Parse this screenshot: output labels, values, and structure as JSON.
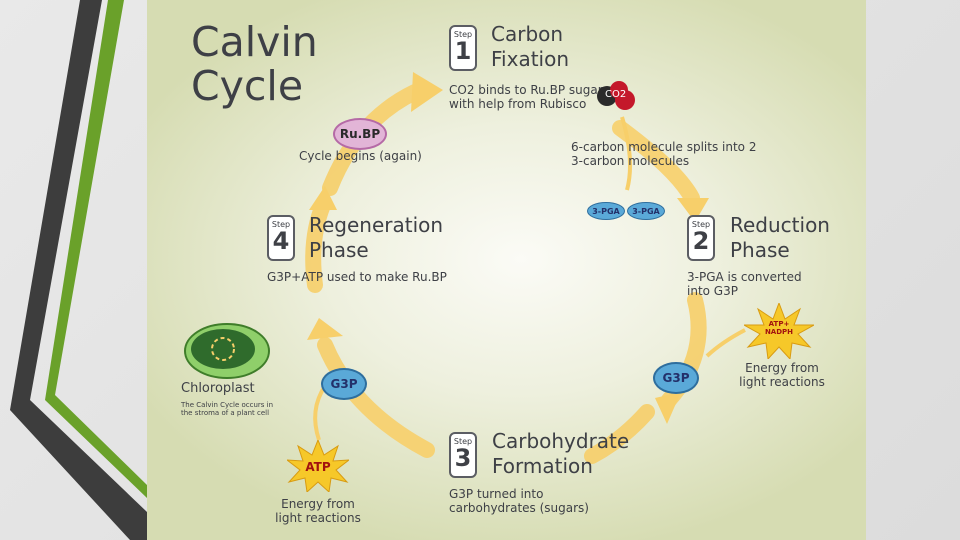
{
  "title": "Calvin\nCycle",
  "steps": [
    {
      "word": "Step",
      "num": "1",
      "title": "Carbon\nFixation",
      "desc": "CO2 binds to Ru.BP sugar\nwith help from Rubisco"
    },
    {
      "word": "Step",
      "num": "2",
      "title": "Reduction\nPhase",
      "desc": "3-PGA is converted\ninto G3P"
    },
    {
      "word": "Step",
      "num": "3",
      "title": "Carbohydrate\nFormation",
      "desc": "G3P turned into\ncarbohydrates (sugars)"
    },
    {
      "word": "Step",
      "num": "4",
      "title": "Regeneration\nPhase",
      "desc": "G3P+ATP used to make Ru.BP"
    }
  ],
  "rubp": {
    "label": "Ru.BP",
    "caption": "Cycle begins (again)"
  },
  "co2": {
    "label": "CO2"
  },
  "split_text": "6-carbon molecule splits into 2\n3-carbon molecules",
  "pga": [
    "3-PGA",
    "3-PGA"
  ],
  "g3p_right": "G3P",
  "g3p_left": "G3P",
  "atp_nadph": {
    "label": "ATP+\nNADPH",
    "caption": "Energy from\nlight reactions"
  },
  "atp": {
    "label": "ATP",
    "caption": "Energy from\nlight reactions"
  },
  "chloroplast": {
    "label": "Chloroplast",
    "caption": "The Calvin Cycle occurs in\nthe stroma of a plant cell"
  },
  "colors": {
    "arrow": "#f7cf6a",
    "pill": "#5aa9d8",
    "rubp": "#d9a9cf",
    "star": "#f6c829",
    "green_bar": "#6aa12a",
    "dark_bar": "#3d3d3d"
  }
}
